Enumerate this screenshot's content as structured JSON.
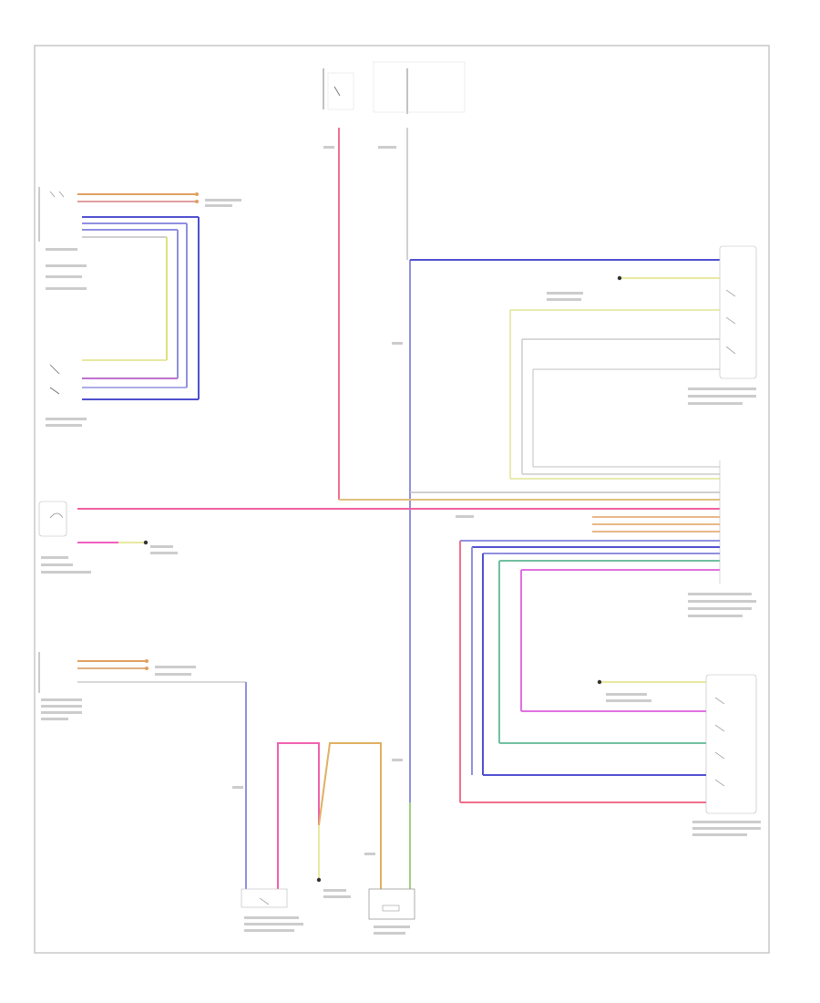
{
  "diagram": {
    "figure_code": "",
    "components": [
      "top-power-supply-left",
      "top-power-supply-right",
      "brake-pressure-sensor-connector",
      "brake-pressure-switch",
      "shift-lock-solenoid-left",
      "transmission-range-switch-top",
      "transmission-control-module",
      "multifunction-transmission-range-switch",
      "selector-lever-position-switch",
      "shift-lock-solenoid-bottom",
      "ground-point-left",
      "ground-point-right",
      "ground-point-bottom"
    ],
    "wire_colors": {
      "red": "#f0708a",
      "pink": "#f060c0",
      "violet": "#9090e0",
      "blue": "#5050d0",
      "yellow": "#e0e080",
      "green": "#70c090",
      "gray": "#c0c0c0",
      "orange": "#e0a060",
      "brown": "#c8a060",
      "magenta": "#e070e0"
    }
  }
}
